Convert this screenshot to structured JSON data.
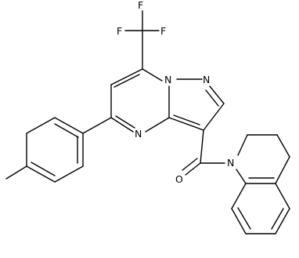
{
  "molecule": {
    "atom_labels": {
      "f_top": "F",
      "f_left": "F",
      "f_right": "F",
      "n_ring1": "N",
      "n_ring2": "N",
      "n_ring3": "N",
      "n_amide": "N",
      "o_carbonyl": "O"
    }
  },
  "colors": {
    "bond": "#000000",
    "label": "#000000",
    "background": "#ffffff"
  }
}
